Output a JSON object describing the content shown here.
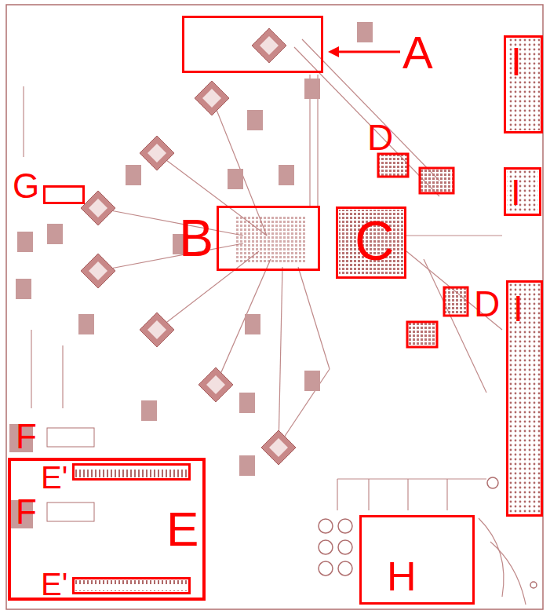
{
  "diagram": {
    "nodes": [
      {
        "text": [
          "A"
        ]
      },
      {
        "text": [
          "G"
        ]
      },
      {
        "text": [
          "B"
        ]
      },
      {
        "text": [
          "C"
        ]
      },
      {
        "text": [
          "I"
        ]
      },
      {
        "text": [
          "I"
        ]
      },
      {
        "text": [
          "I"
        ]
      },
      {
        "text": [
          "E"
        ]
      },
      {
        "text": [
          "E'"
        ],
        "in": 7
      },
      {
        "text": [
          "E'"
        ],
        "in": 7
      },
      {
        "text": [
          "H"
        ]
      }
    ],
    "labels": [
      "D",
      "D",
      "F",
      "F"
    ]
  }
}
